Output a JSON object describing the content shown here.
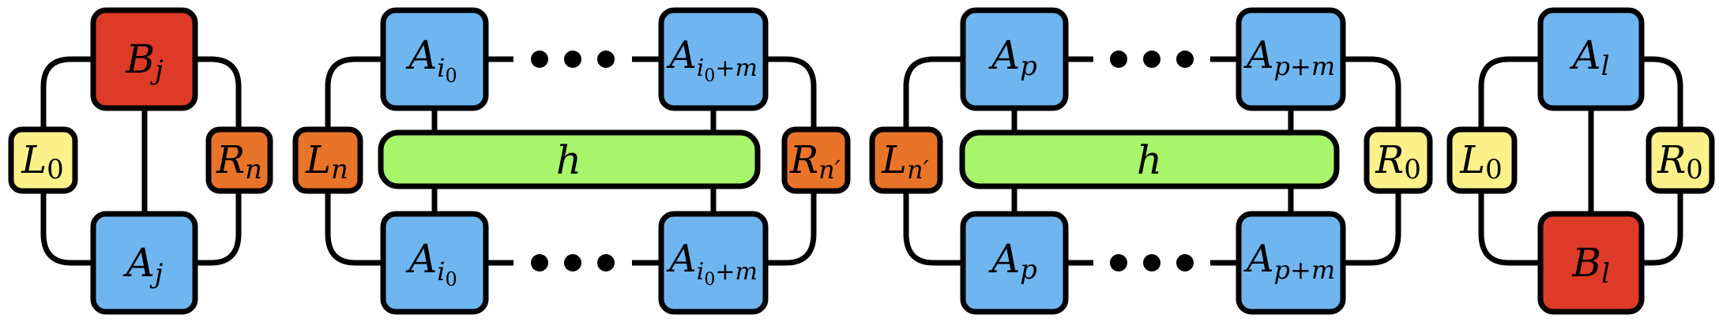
{
  "colors": {
    "blue": "#6fb6f0",
    "red": "#de3a28",
    "orange": "#e8742a",
    "yellow": "#fbf18a",
    "green": "#a6f56a"
  },
  "diagrams": [
    {
      "labels": {
        "top": {
          "base": "B",
          "sub": "j",
          "subsub": ""
        },
        "bottom": {
          "base": "A",
          "sub": "j",
          "subsub": ""
        },
        "left": {
          "base": "L",
          "sub": "0",
          "subsub": ""
        },
        "right": {
          "base": "R",
          "sub": "n",
          "subsub": ""
        }
      },
      "colors": {
        "top": "red",
        "bottom": "blue",
        "left": "yellow",
        "right": "orange"
      }
    },
    {
      "labels": {
        "top_left": {
          "base": "A",
          "sub": "i",
          "subsub": "0"
        },
        "top_right": {
          "base": "A",
          "sub": "i",
          "subsub": "0",
          "tail": "+m"
        },
        "bottom_left": {
          "base": "A",
          "sub": "i",
          "subsub": "0"
        },
        "bottom_right": {
          "base": "A",
          "sub": "i",
          "subsub": "0",
          "tail": "+m"
        },
        "left": {
          "base": "L",
          "sub": "n",
          "subsub": ""
        },
        "right": {
          "base": "R",
          "sub": "n′",
          "subsub": ""
        },
        "bar": {
          "base": "h",
          "sub": "",
          "subsub": ""
        }
      },
      "colors": {
        "top": "blue",
        "bottom": "blue",
        "left": "orange",
        "right": "orange",
        "bar": "green"
      }
    },
    {
      "labels": {
        "top_left": {
          "base": "A",
          "sub": "p",
          "subsub": ""
        },
        "top_right": {
          "base": "A",
          "sub": "p+m",
          "subsub": ""
        },
        "bottom_left": {
          "base": "A",
          "sub": "p",
          "subsub": ""
        },
        "bottom_right": {
          "base": "A",
          "sub": "p+m",
          "subsub": ""
        },
        "left": {
          "base": "L",
          "sub": "n′",
          "subsub": ""
        },
        "right": {
          "base": "R",
          "sub": "0",
          "subsub": ""
        },
        "bar": {
          "base": "h",
          "sub": "",
          "subsub": ""
        }
      },
      "colors": {
        "top": "blue",
        "bottom": "blue",
        "left": "orange",
        "right": "yellow",
        "bar": "green"
      }
    },
    {
      "labels": {
        "top": {
          "base": "A",
          "sub": "l",
          "subsub": ""
        },
        "bottom": {
          "base": "B",
          "sub": "l",
          "subsub": ""
        },
        "left": {
          "base": "L",
          "sub": "0",
          "subsub": ""
        },
        "right": {
          "base": "R",
          "sub": "0",
          "subsub": ""
        }
      },
      "colors": {
        "top": "blue",
        "bottom": "red",
        "left": "yellow",
        "right": "yellow"
      }
    }
  ]
}
